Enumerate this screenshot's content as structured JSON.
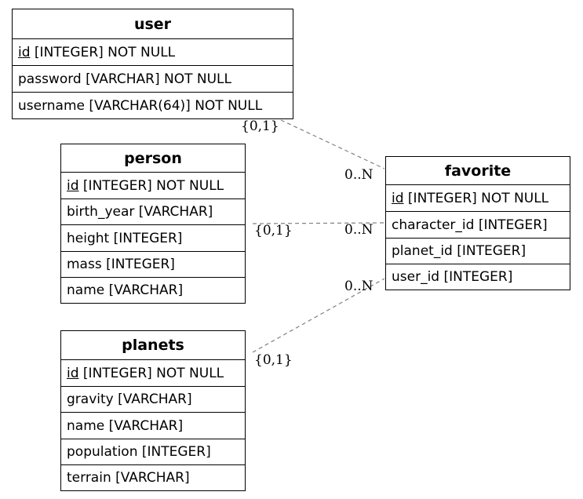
{
  "entities": {
    "user": {
      "name": "user",
      "columns": [
        {
          "pk": "id",
          "rest": " [INTEGER] NOT NULL"
        },
        {
          "pk": "",
          "rest": "password [VARCHAR] NOT NULL"
        },
        {
          "pk": "",
          "rest": "username [VARCHAR(64)] NOT NULL"
        }
      ]
    },
    "person": {
      "name": "person",
      "columns": [
        {
          "pk": "id",
          "rest": " [INTEGER] NOT NULL"
        },
        {
          "pk": "",
          "rest": "birth_year [VARCHAR]"
        },
        {
          "pk": "",
          "rest": "height [INTEGER]"
        },
        {
          "pk": "",
          "rest": "mass [INTEGER]"
        },
        {
          "pk": "",
          "rest": "name [VARCHAR]"
        }
      ]
    },
    "planets": {
      "name": "planets",
      "columns": [
        {
          "pk": "id",
          "rest": " [INTEGER] NOT NULL"
        },
        {
          "pk": "",
          "rest": "gravity [VARCHAR]"
        },
        {
          "pk": "",
          "rest": "name [VARCHAR]"
        },
        {
          "pk": "",
          "rest": "population [INTEGER]"
        },
        {
          "pk": "",
          "rest": "terrain [VARCHAR]"
        }
      ]
    },
    "favorite": {
      "name": "favorite",
      "columns": [
        {
          "pk": "id",
          "rest": " [INTEGER] NOT NULL"
        },
        {
          "pk": "",
          "rest": "character_id [INTEGER]"
        },
        {
          "pk": "",
          "rest": "planet_id [INTEGER]"
        },
        {
          "pk": "",
          "rest": "user_id [INTEGER]"
        }
      ]
    }
  },
  "relations": [
    {
      "from": "user",
      "to": "favorite",
      "from_card": "{0,1}",
      "to_card": "0..N"
    },
    {
      "from": "person",
      "to": "favorite",
      "from_card": "{0,1}",
      "to_card": "0..N"
    },
    {
      "from": "planets",
      "to": "favorite",
      "from_card": "{0,1}",
      "to_card": "0..N"
    }
  ],
  "colors": {
    "border": "#000000",
    "edge": "#808080",
    "background": "#ffffff"
  }
}
